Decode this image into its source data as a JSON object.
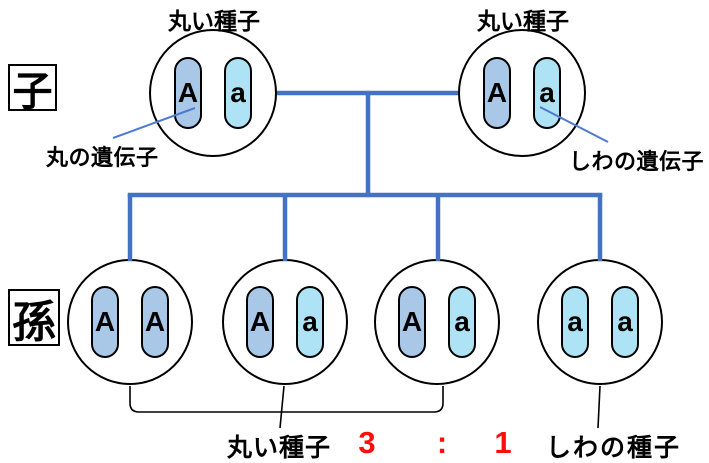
{
  "generations": {
    "child": "子",
    "grandchild": "孫"
  },
  "parents": [
    {
      "title": "丸い種子",
      "alleles": [
        "A",
        "a"
      ]
    },
    {
      "title": "丸い種子",
      "alleles": [
        "A",
        "a"
      ]
    }
  ],
  "offspring": [
    {
      "alleles": [
        "A",
        "A"
      ]
    },
    {
      "alleles": [
        "A",
        "a"
      ]
    },
    {
      "alleles": [
        "A",
        "a"
      ]
    },
    {
      "alleles": [
        "a",
        "a"
      ]
    }
  ],
  "annotations": {
    "round_gene": "丸の遺伝子",
    "wrinkle_gene": "しわの遺伝子"
  },
  "result": {
    "round_seed": "丸い種子",
    "ratio_left": "3",
    "colon": ":",
    "ratio_right": "1",
    "wrinkle_seed": "しわの種子"
  },
  "colors": {
    "connector_blue": "#4472C4",
    "pointer_blue": "#4E7BD0",
    "allele_A_fill": "#A9C8E8",
    "allele_a_fill": "#AEE3F5",
    "ratio_red": "#FB0F0C"
  }
}
